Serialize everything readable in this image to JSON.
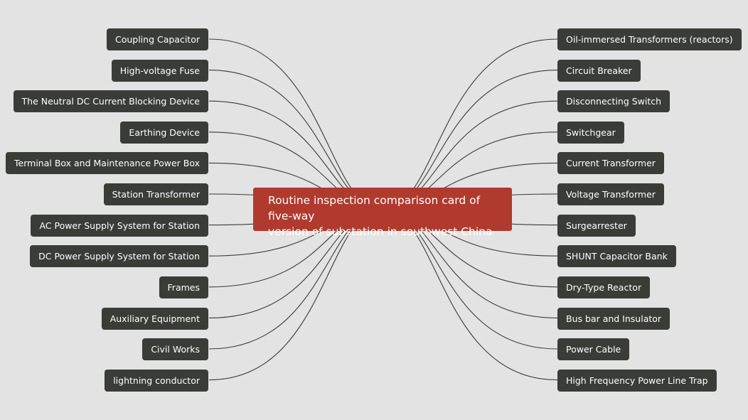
{
  "center": {
    "line1": "Routine inspection comparison card of five-way",
    "line2": "version of substation in southwest China"
  },
  "left_items": [
    "Coupling Capacitor",
    "High-voltage Fuse",
    "The Neutral DC Current Blocking Device",
    "Earthing Device",
    "Terminal Box and Maintenance Power Box",
    "Station Transformer",
    "AC Power Supply System for Station",
    "DC Power Supply System for Station",
    "Frames",
    "Auxiliary Equipment",
    "Civil Works",
    "lightning conductor"
  ],
  "right_items": [
    "Oil-immersed Transformers (reactors)",
    "Circuit Breaker",
    "Disconnecting Switch",
    "Switchgear",
    "Current Transformer",
    "Voltage Transformer",
    "Surgearrester",
    "SHUNT Capacitor Bank",
    "Dry-Type  Reactor",
    "Bus bar and Insulator",
    "Power Cable",
    "High Frequency Power Line Trap"
  ],
  "colors": {
    "background": "#e3e3e3",
    "node": "#3a3c37",
    "center": "#b03a2e",
    "text": "#ffffff"
  }
}
